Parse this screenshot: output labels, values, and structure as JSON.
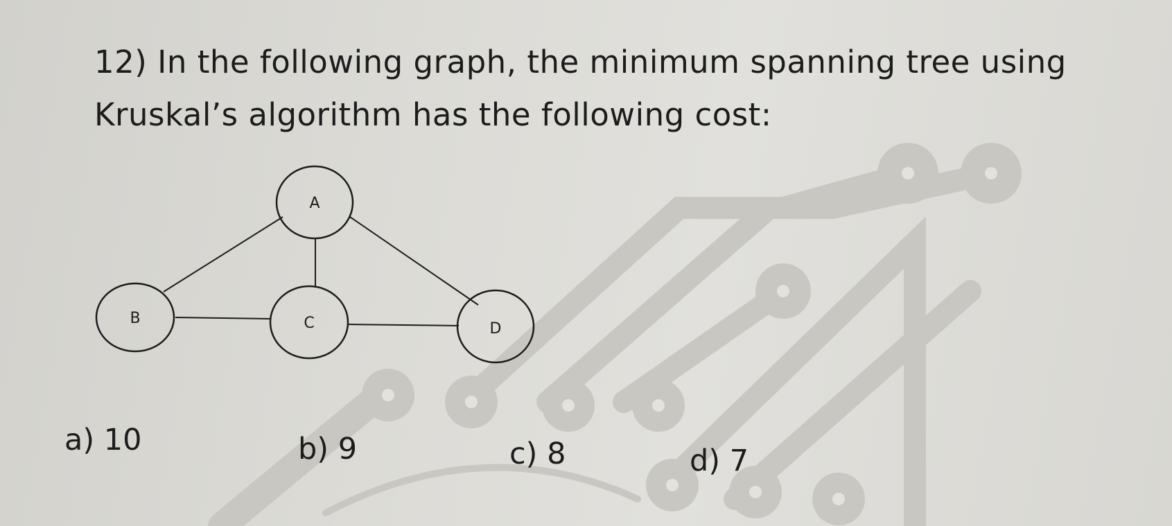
{
  "question": {
    "line1": "12) In the following graph, the minimum spanning tree using",
    "line2": "Kruskal’s algorithm has the following cost:"
  },
  "graph": {
    "nodes": [
      {
        "id": "A",
        "label": "A"
      },
      {
        "id": "B",
        "label": "B"
      },
      {
        "id": "C",
        "label": "C"
      },
      {
        "id": "D",
        "label": "D"
      }
    ],
    "edges": [
      [
        "A",
        "B"
      ],
      [
        "A",
        "C"
      ],
      [
        "A",
        "D"
      ],
      [
        "B",
        "C"
      ],
      [
        "C",
        "D"
      ]
    ]
  },
  "options": {
    "a": "a) 10",
    "b": "b) 9",
    "c": "c) 8",
    "d": "d) 7"
  },
  "colors": {
    "paper": "#dcdbd6",
    "ink": "#1c1c1c",
    "circuit_trace": "#c9c8c3"
  }
}
